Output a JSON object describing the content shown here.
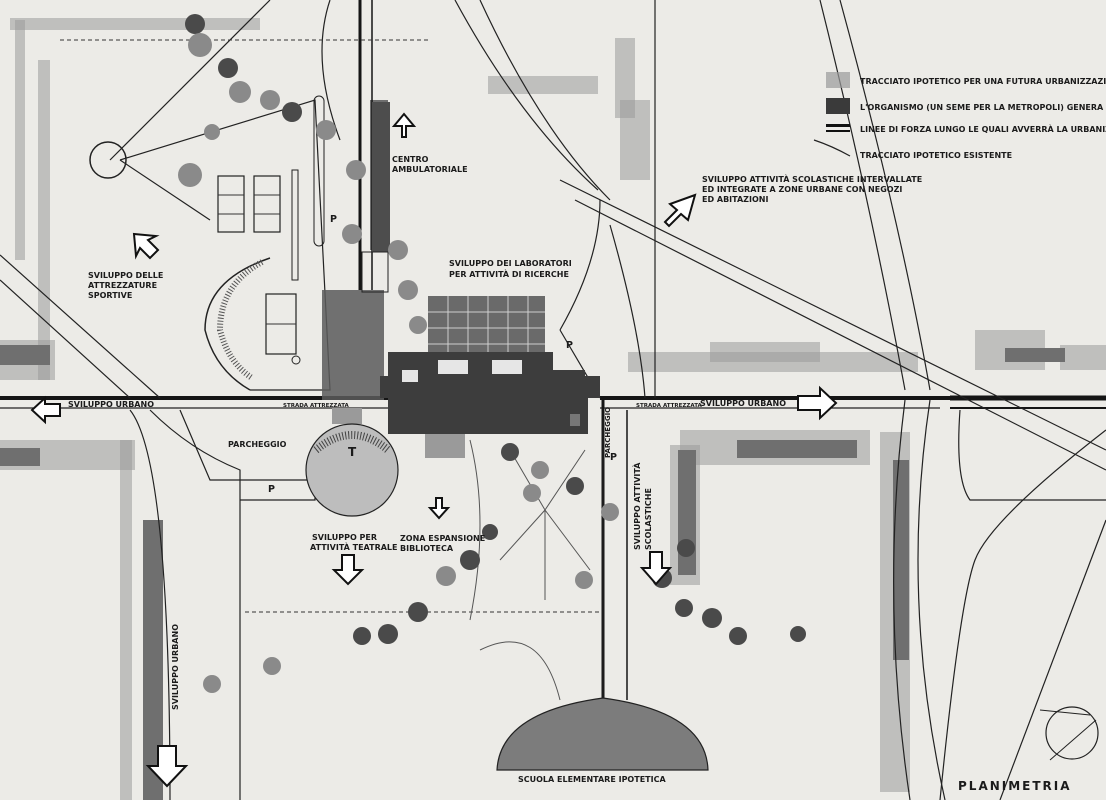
{
  "title": "PLANIMETRIA",
  "legend": {
    "hypothetical_urbanization": "TRACCIATO IPOTETICO PER UNA FUTURA URBANIZZAZIONE .",
    "organism": "L'ORGANISMO   (UN SEME PER LA METROPOLI) GENERA",
    "force_lines": "LINEE DI FORZA LUNGO LE QUALI AVVERRÀ LA URBANIZZAZIONE",
    "existing_tracing": "TRACCIATO IPOTETICO ESISTENTE"
  },
  "labels": {
    "centro_1": "CENTRO",
    "centro_2": "AMBULATORIALE",
    "sport_1": "SVILUPPO DELLE",
    "sport_2": "ATTREZZATURE",
    "sport_3": "SPORTIVE",
    "lab_1": "SVILUPPO DEI LABORATORI",
    "lab_2": "PER ATTIVITÀ DI RICERCHE",
    "school_dev_1": "SVILUPPO ATTIVITÀ SCOLASTICHE INTERVALLATE",
    "school_dev_2": "ED INTEGRATE A ZONE URBANE CON NEGOZI",
    "school_dev_3": "ED ABITAZIONI",
    "urban_west": "SVILUPPO URBANO",
    "urban_east": "SVILUPPO URBANO",
    "urban_south": "SVILUPPO URBANO",
    "strada_west": "STRADA ATTREZZATA",
    "strada_east": "STRADA ATTREZZATA",
    "parcheggio_west": "PARCHEGGIO",
    "parcheggio_mid": "PARCHEGGIO",
    "theatre_1": "SVILUPPO PER",
    "theatre_2": "ATTIVITÀ TEATRALE",
    "theatre_mark": "T",
    "library_1": "ZONA ESPANSIONE",
    "library_2": "BIBLIOTECA",
    "school_act_1": "SVILUPPO ATTIVITÀ",
    "school_act_2": "SCOLASTICHE",
    "school": "SCUOLA ELEMENTARE IPOTETICA",
    "p1": "P",
    "p2": "P",
    "p3": "P",
    "p4": "P"
  }
}
